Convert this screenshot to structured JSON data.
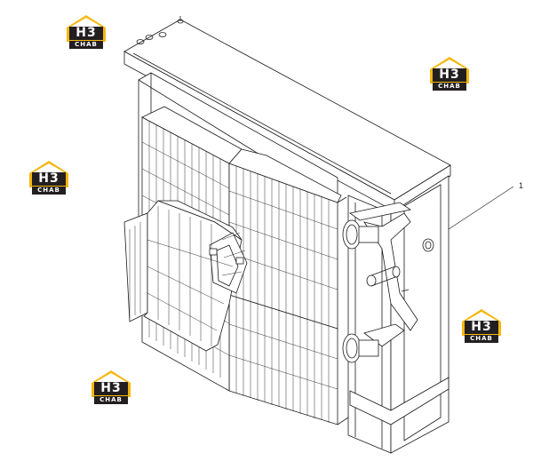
{
  "diagram": {
    "callouts": [
      {
        "label": "1"
      }
    ]
  },
  "watermarks": [
    {
      "mark": "H3",
      "sub": "CHAB"
    },
    {
      "mark": "H3",
      "sub": "CHAB"
    },
    {
      "mark": "H3",
      "sub": "CHAB"
    },
    {
      "mark": "H3",
      "sub": "CHAB"
    },
    {
      "mark": "H3",
      "sub": "CHAB"
    }
  ],
  "colors": {
    "line": "#1a1a1a",
    "logo_yellow": "#f5b70e",
    "logo_dark": "#231f20"
  }
}
